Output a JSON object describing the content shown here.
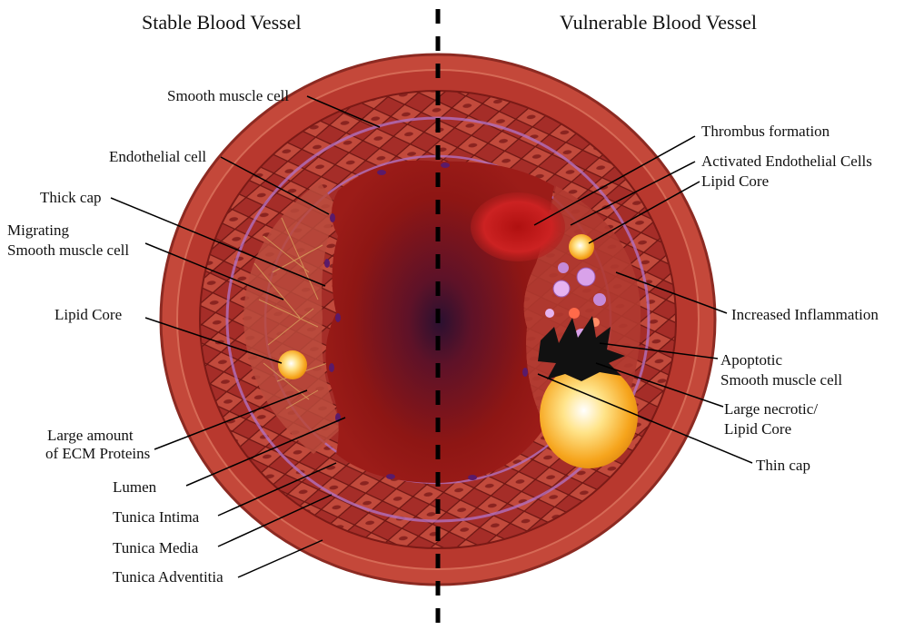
{
  "titles": {
    "left": "Stable Blood Vessel",
    "right": "Vulnerable Blood Vessel"
  },
  "stable_labels": {
    "smooth_muscle_cell": "Smooth muscle cell",
    "endothelial_cell": "Endothelial cell",
    "thick_cap": "Thick cap",
    "migrating_line1": "Migrating",
    "migrating_line2": "Smooth muscle cell",
    "lipid_core": "Lipid Core",
    "ecm_line1": "Large amount",
    "ecm_line2": "of ECM Proteins",
    "lumen": "Lumen",
    "tunica_intima": "Tunica Intima",
    "tunica_media": "Tunica Media",
    "tunica_adventitia": "Tunica Adventitia"
  },
  "vulnerable_labels": {
    "thrombus": "Thrombus formation",
    "activated_endothelial": "Activated Endothelial Cells",
    "lipid_core": "Lipid Core",
    "inflammation": "Increased Inflammation",
    "apoptotic_line1": "Apoptotic",
    "apoptotic_line2": "Smooth muscle cell",
    "necrotic_line1": "Large necrotic/",
    "necrotic_line2": "Lipid Core",
    "thin_cap": "Thin cap"
  },
  "colors": {
    "adventitia": "#c0463a",
    "media": "#a8302a",
    "intima": "#c0604a",
    "lumen_center": "#2a1030",
    "lumen_edge": "#8e1614",
    "lipid": "#f5a31a",
    "thrombus": "#c81e1e",
    "divider": "#000000"
  }
}
